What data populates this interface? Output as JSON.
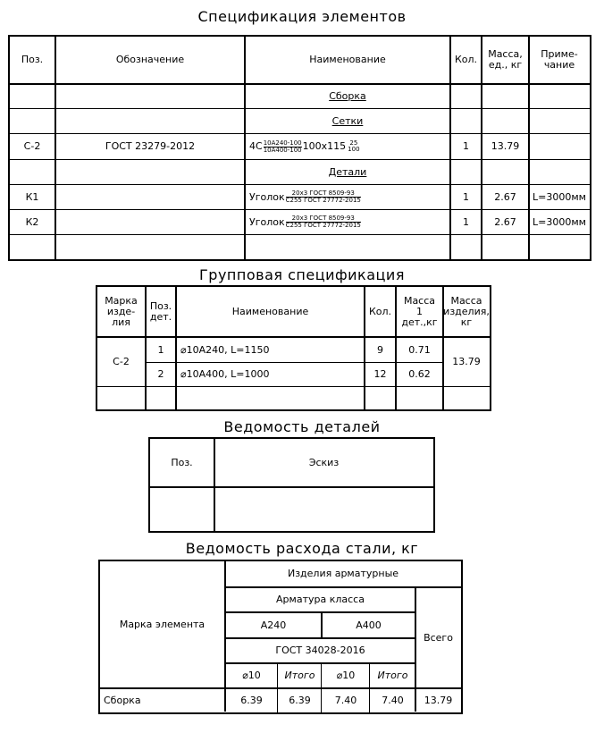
{
  "spec": {
    "title": "Спецификация элементов",
    "headers": {
      "pos": "Поз.",
      "designation": "Обозначение",
      "name": "Наименование",
      "qty": "Кол.",
      "mass1": "Масса,",
      "mass2": "ед., кг",
      "note1": "Приме-",
      "note2": "чание"
    },
    "sections": {
      "assembly": "Сборка",
      "meshes": "Сетки",
      "parts": "Детали"
    },
    "rows": {
      "c2": {
        "pos": "С-2",
        "designation": "ГОСТ 23279-2012",
        "name_prefix": "4С",
        "frac_top": "10А240-100",
        "frac_bottom": "10А400-100",
        "size": "100x115",
        "sup_top": "25",
        "sup_bottom": "100",
        "qty": "1",
        "mass": "13.79"
      },
      "k1": {
        "pos": "К1",
        "name_prefix": "Уголок",
        "frac_top": "20x3 ГОСТ 8509-93",
        "frac_bottom": "С255 ГОСТ 27772-2015",
        "qty": "1",
        "mass": "2.67",
        "note": "L=3000мм"
      },
      "k2": {
        "pos": "К2",
        "name_prefix": "Уголок",
        "frac_top": "20x3 ГОСТ 8509-93",
        "frac_bottom": "С255 ГОСТ 27772-2015",
        "qty": "1",
        "mass": "2.67",
        "note": "L=3000мм"
      }
    }
  },
  "group": {
    "title": "Групповая спецификация",
    "headers": {
      "mark1": "Марка",
      "mark2": "изде-",
      "mark3": "лия",
      "pos1": "Поз.",
      "pos2": "дет.",
      "name": "Наименование",
      "qty": "Кол.",
      "m1_1": "Масса",
      "m1_2": "1",
      "m1_3": "дет.,кг",
      "m2_1": "Масса",
      "m2_2": "изделия,",
      "m2_3": "кг"
    },
    "mark": "С-2",
    "total_mass": "13.79",
    "rows": [
      {
        "pos": "1",
        "name": "⌀10А240, L=1150",
        "qty": "9",
        "mass": "0.71"
      },
      {
        "pos": "2",
        "name": "⌀10А400, L=1000",
        "qty": "12",
        "mass": "0.62"
      }
    ]
  },
  "parts": {
    "title": "Ведомость деталей",
    "headers": {
      "pos": "Поз.",
      "sketch": "Эскиз"
    }
  },
  "steel": {
    "title": "Ведомость расхода стали, кг",
    "headers": {
      "mark": "Марка элемента",
      "products": "Изделия арматурные",
      "rebar_class": "Арматура класса",
      "a240": "А240",
      "a400": "А400",
      "gost": "ГОСТ 34028-2016",
      "total": "Всего",
      "d10_1": "⌀10",
      "total_1": "Итого",
      "d10_2": "⌀10",
      "total_2": "Итого"
    },
    "row": {
      "mark": "Сборка",
      "v1": "6.39",
      "v2": "6.39",
      "v3": "7.40",
      "v4": "7.40",
      "v5": "13.79"
    }
  }
}
